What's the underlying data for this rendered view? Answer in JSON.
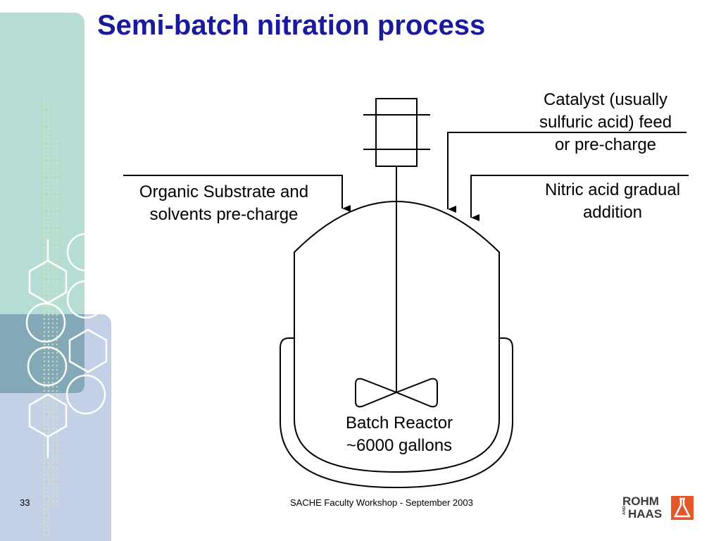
{
  "slide": {
    "title": "Semi-batch nitration process",
    "page_number": "33",
    "footer_text": "SACHE Faculty Workshop - September 2003"
  },
  "labels": {
    "organic_line1": "Organic Substrate and",
    "organic_line2": "solvents pre-charge",
    "catalyst_line1": "Catalyst (usually",
    "catalyst_line2": "sulfuric acid) feed",
    "catalyst_line3": "or pre-charge",
    "nitric_line1": "Nitric acid gradual",
    "nitric_line2": "addition",
    "reactor_line1": "Batch Reactor",
    "reactor_line2": "~6000 gallons"
  },
  "logo": {
    "word1": "ROHM",
    "and": "AND",
    "word2": "HAAS"
  },
  "colors": {
    "title": "#1a1a9c",
    "teal_panel": "#b5ddd4",
    "blue_panel": "#c3d0e6",
    "overlap_panel": "#83a9b8",
    "logo_accent": "#e2582b"
  }
}
